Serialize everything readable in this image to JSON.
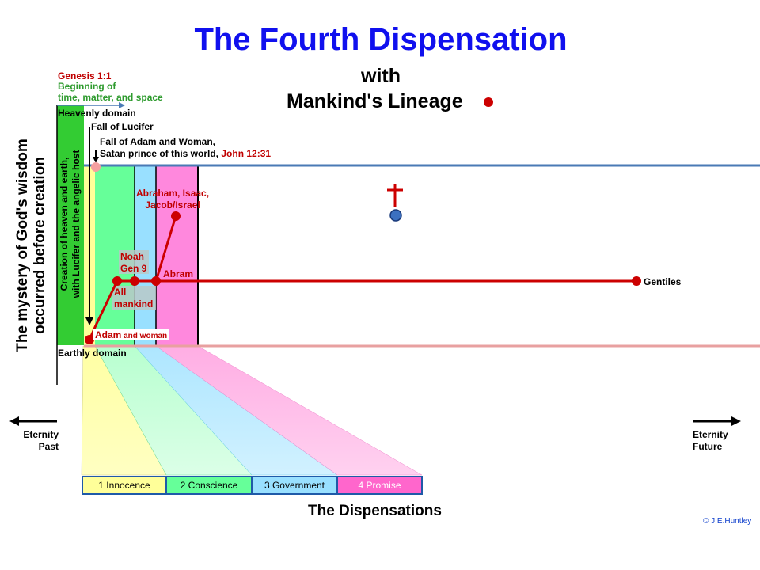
{
  "title": "The Fourth Dispensation",
  "subtitle_with": "with",
  "subtitle_lineage": "Mankind's Lineage",
  "genesis": {
    "ref": "Genesis 1:1",
    "text": "Beginning of\ntime, matter, and space"
  },
  "domains": {
    "heavenly": "Heavenly domain",
    "earthly": "Earthly domain"
  },
  "events": {
    "fall_of_lucifer": "Fall of Lucifer",
    "fall_adam_woman_line1": "Fall of Adam and Woman,",
    "fall_adam_woman_line2": "Satan prince of this world, ",
    "fall_ref": "John 12:31"
  },
  "vertical_labels": {
    "mystery_line1": "The mystery of God's wisdom",
    "mystery_line2": "occurred before creation",
    "creation_line1": "Creation of heaven and earth,",
    "creation_line2": "with Lucifer and the angelic host"
  },
  "lineage_labels": {
    "abraham": "Abraham, Isaac,\nJacob/Israel",
    "noah": "Noah\nGen 9",
    "all_mankind": "All\nmankind",
    "abram": "Abram",
    "gentiles": "Gentiles",
    "adam": "Adam",
    "adam_suffix": " and woman"
  },
  "eternity": {
    "past": "Eternity\nPast",
    "future": "Eternity\nFuture"
  },
  "dispensations": [
    {
      "label": "1 Innocence",
      "color": "#ffff99",
      "text_color": "#000000"
    },
    {
      "label": "2 Conscience",
      "color": "#66ff99",
      "text_color": "#000000"
    },
    {
      "label": "3 Government",
      "color": "#99e0ff",
      "text_color": "#000000"
    },
    {
      "label": "4 Promise",
      "color": "#ff66cc",
      "text_color": "#ffffff"
    }
  ],
  "dispensations_heading": "The Dispensations",
  "copyright": "© J.E.Huntley",
  "colors": {
    "title": "#1010ee",
    "lineage_red": "#cc0000",
    "heavenly_line": "#4a7ab5",
    "earthly_line": "#e8a0a0",
    "creation_green": "#33cc33"
  }
}
